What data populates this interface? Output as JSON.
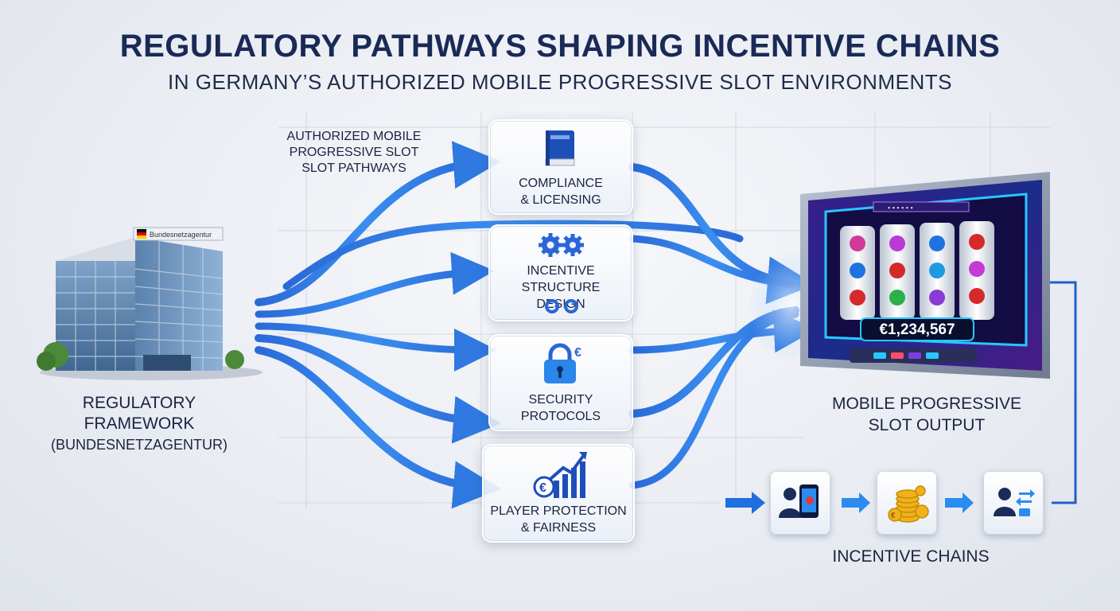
{
  "header": {
    "title": "REGULATORY PATHWAYS SHAPING INCENTIVE CHAINS",
    "subtitle": "IN GERMANY’S AUTHORIZED MOBILE PROGRESSIVE SLOT ENVIRONMENTS"
  },
  "source": {
    "building_sign": "Bundesnetzagentur",
    "label_line1": "REGULATORY",
    "label_line2": "FRAMEWORK",
    "label_line3": "(BUNDESNETZAGENTUR)"
  },
  "pathways_label": {
    "line1": "AUTHORIZED MOBILE",
    "line2": "PROGRESSIVE SLOT",
    "line3": "SLOT PATHWAYS"
  },
  "stages": [
    {
      "line1": "COMPLIANCE",
      "line2": "& LICENSING",
      "icon": "rulebook-icon"
    },
    {
      "line1": "INCENTIVE STRUCTURE",
      "line2": "DESIGN",
      "icon": "gears-icon"
    },
    {
      "line1": "SECURITY",
      "line2": "PROTOCOLS",
      "icon": "padlock-euro-icon"
    },
    {
      "line1": "PLAYER PROTECTION",
      "line2": "& FAIRNESS",
      "icon": "euro-growth-chart-icon"
    }
  ],
  "output": {
    "jackpot": "€1,234,567",
    "label_line1": "MOBILE PROGRESSIVE",
    "label_line2": "SLOT OUTPUT"
  },
  "incentive_chain": {
    "label": "INCENTIVE CHAINS",
    "steps": [
      "player-mobile-icon",
      "coins-icon",
      "user-transfer-icon"
    ]
  },
  "colors": {
    "flow_blue": "#1f6fe0",
    "title_navy": "#1a2a57",
    "screen_purple": "#7b3fe4",
    "screen_cyan": "#27c8ff"
  }
}
